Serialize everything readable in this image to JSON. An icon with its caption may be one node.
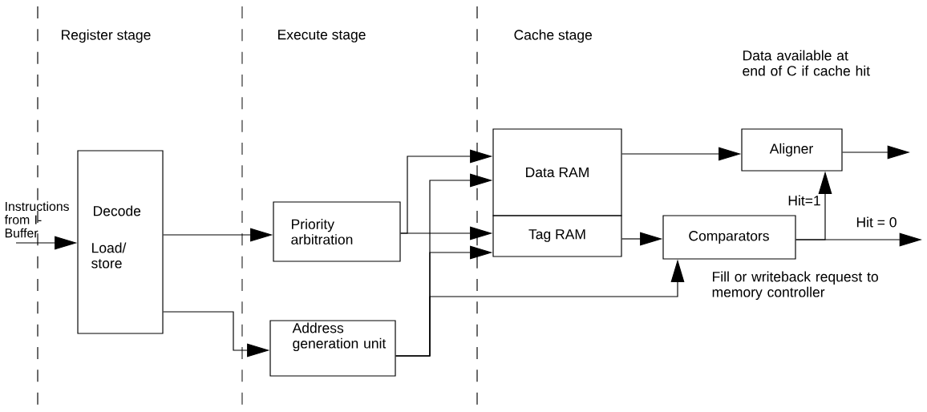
{
  "diagram": {
    "nodes": [
      {
        "text": [
          "Decode",
          "Load/ store"
        ]
      },
      {
        "text": [
          "Priority arbitration"
        ]
      },
      {
        "text": [
          "Address generation unit"
        ]
      },
      {
        "text": [
          "Data RAM"
        ]
      },
      {
        "text": [
          "Tag RAM"
        ]
      },
      {
        "text": [
          "Comparators"
        ]
      },
      {
        "text": [
          "Aligner"
        ],
        "beside": [
          "Data available at end of C if cache hit"
        ]
      },
      {
        "text": [
          "Instructions from I-Buffer"
        ]
      }
    ],
    "edges": [
      {
        "from": 7,
        "to": 0,
        "arrow": "to"
      },
      {
        "from": 0,
        "to": 1,
        "arrow": "to"
      },
      {
        "from": 0,
        "to": 2,
        "arrow": "to"
      },
      {
        "from": 1,
        "to": 3,
        "arrow": "to"
      },
      {
        "from": 1,
        "to": 4,
        "arrow": "to"
      },
      {
        "from": 2,
        "to": 3,
        "arrow": "to"
      },
      {
        "from": 2,
        "to": 4,
        "arrow": "to"
      },
      {
        "from": 2,
        "to": 5,
        "arrow": "to"
      },
      {
        "from": 3,
        "to": 6,
        "arrow": "to"
      },
      {
        "from": 4,
        "to": 5,
        "arrow": "to"
      },
      {
        "from": 5,
        "to": 6,
        "arrow": "to",
        "label": "Hit=1"
      },
      {
        "from": 5,
        "to": null,
        "arrow": "to",
        "label": "Hit = 0"
      },
      {
        "from": 6,
        "to": null,
        "arrow": "to"
      }
    ],
    "labels": [
      "Register stage",
      "Execute stage",
      "Cache stage",
      "Fill or writeback request to memory controller"
    ]
  }
}
